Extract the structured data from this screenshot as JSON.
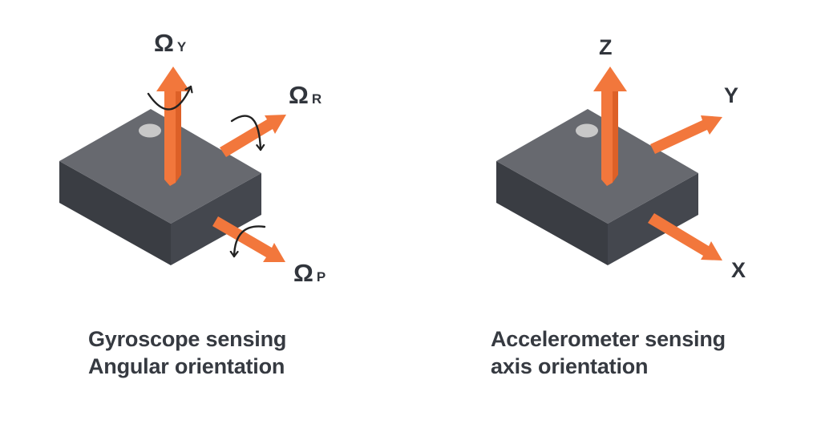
{
  "figure": {
    "background_color": "#FFFFFF",
    "accent_orange": "#F2773C",
    "accent_orange_dark": "#DD6027",
    "chip_top_color": "#67696F",
    "chip_left_face_color": "#3A3D43",
    "chip_right_face_color": "#44474E",
    "pin_marker_color": "#C8C8C8",
    "rotation_arrow_color": "#222222",
    "text_color": "#363A41"
  },
  "gyroscope_panel": {
    "labels": {
      "yaw": {
        "symbol": "Ω",
        "sub": "Y"
      },
      "roll": {
        "symbol": "Ω",
        "sub": "R"
      },
      "pitch": {
        "symbol": "Ω",
        "sub": "P"
      }
    },
    "caption": {
      "line1": "Gyroscope sensing",
      "line2": "Angular orientation"
    }
  },
  "accelerometer_panel": {
    "labels": {
      "z": "Z",
      "y": "Y",
      "x": "X"
    },
    "caption": {
      "line1": "Accelerometer sensing",
      "line2": "axis orientation"
    }
  }
}
